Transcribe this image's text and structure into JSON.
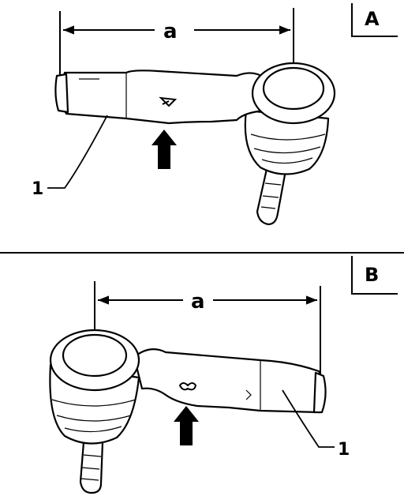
{
  "panels": [
    {
      "letter": "A",
      "dimension": "a",
      "part_number": "1"
    },
    {
      "letter": "B",
      "dimension": "a",
      "part_number": "1"
    }
  ],
  "colors": {
    "ink": "#000000",
    "paper": "#ffffff"
  }
}
